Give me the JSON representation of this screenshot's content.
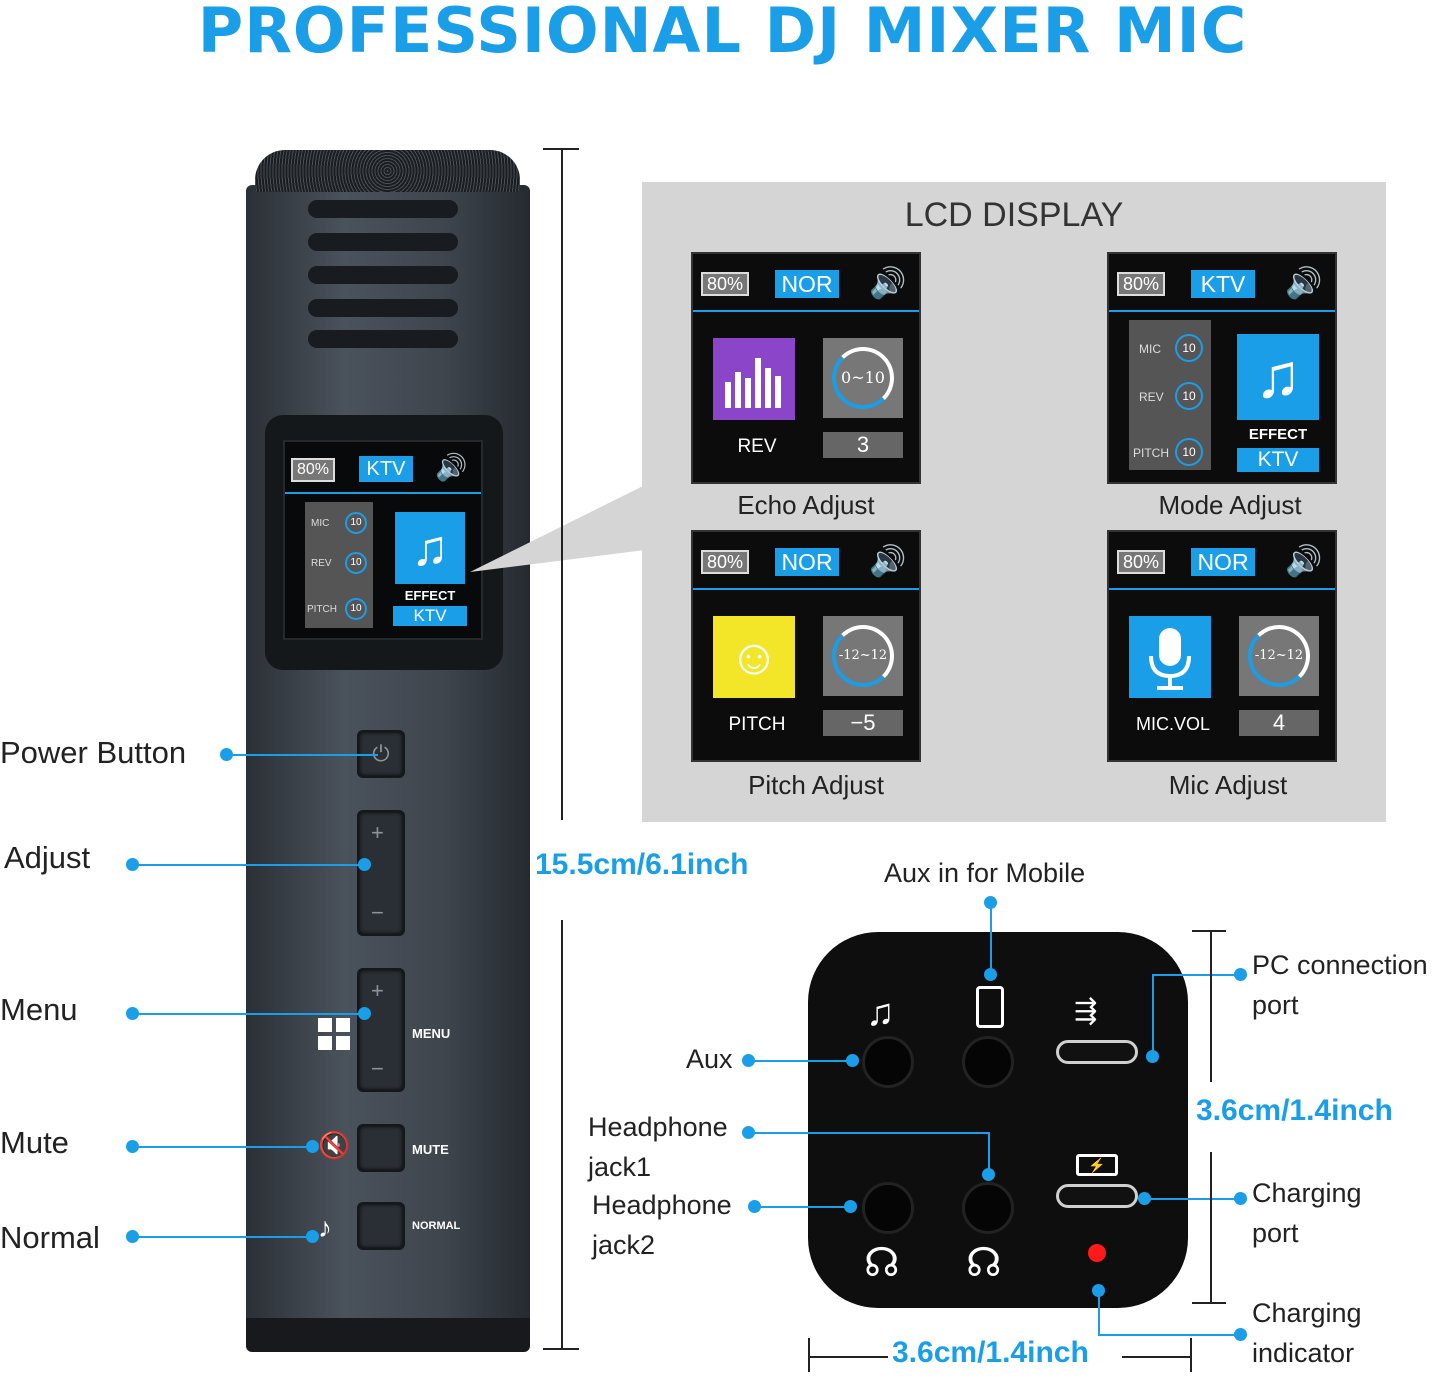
{
  "title": "PROFESSIONAL DJ MIXER MIC",
  "dimensions": {
    "height": "15.5cm/6.1inch",
    "depth": "3.6cm/1.4inch",
    "width": "3.6cm/1.4inch"
  },
  "mic": {
    "screen": {
      "battery": "80%",
      "mode": "KTV",
      "rows": [
        "MIC",
        "REV",
        "PITCH"
      ],
      "row_value": "10",
      "effect_label": "EFFECT",
      "effect_value": "KTV"
    },
    "buttons": {
      "menu": "MENU",
      "mute": "MUTE",
      "normal": "NORMAL",
      "plus": "+",
      "minus": "−"
    }
  },
  "callouts": {
    "power": "Power Button",
    "adjust": "Adjust",
    "menu": "Menu",
    "mute": "Mute",
    "normal": "Normal"
  },
  "lcd": {
    "title": "LCD DISPLAY",
    "screens": [
      {
        "caption": "Echo Adjust",
        "battery": "80%",
        "mode": "NOR",
        "icon": "equalizer-icon",
        "label": "REV",
        "dial": "0~10",
        "value": "3"
      },
      {
        "caption": "Mode Adjust",
        "battery": "80%",
        "mode": "KTV",
        "icon": "music-note-icon",
        "rows": [
          "MIC",
          "REV",
          "PITCH"
        ],
        "row_value": "10",
        "effect_label": "EFFECT",
        "effect_value": "KTV"
      },
      {
        "caption": "Pitch Adjust",
        "battery": "80%",
        "mode": "NOR",
        "icon": "ghost-icon",
        "label": "PITCH",
        "dial": "-12~12",
        "value": "−5"
      },
      {
        "caption": "Mic Adjust",
        "battery": "80%",
        "mode": "NOR",
        "icon": "microphone-icon",
        "label": "MIC.VOL",
        "dial": "-12~12",
        "value": "4"
      }
    ]
  },
  "ports": {
    "aux_mobile": "Aux in for Mobile",
    "pc_line1": "PC connection",
    "pc_line2": "port",
    "aux": "Aux",
    "hp1_line1": "Headphone",
    "hp1_line2": "jack1",
    "hp2_line1": "Headphone",
    "hp2_line2": "jack2",
    "charging_line1": "Charging",
    "charging_line2": "port",
    "indicator_line1": "Charging",
    "indicator_line2": "indicator"
  },
  "colors": {
    "accent": "#1a9ee8",
    "speaker": "#43c24b",
    "indicator": "#ff1a1a"
  }
}
